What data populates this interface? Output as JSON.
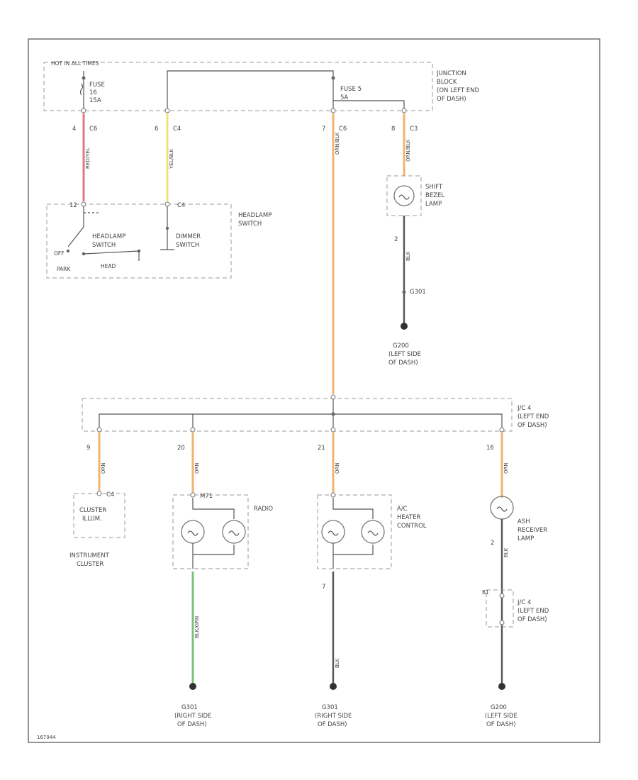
{
  "fusebox": {
    "hot_label": "HOT IN ALL TIMES",
    "fuse_label": "FUSE",
    "fuse_num": "16",
    "fuse_amp": "15A",
    "fuse5_label": "FUSE 5",
    "fuse5_amp": "5A",
    "jb_lines": [
      "JUNCTION",
      "BLOCK",
      "(ON LEFT END",
      "OF DASH)"
    ]
  },
  "jb_pins": [
    {
      "pin": "4",
      "conn": "C6"
    },
    {
      "pin": "6",
      "conn": "C4"
    },
    {
      "pin": "7",
      "conn": "C6"
    },
    {
      "pin": "8",
      "conn": "C3"
    }
  ],
  "wire_codes": [
    "RED/YEL",
    "YEL/BLK",
    "ORN/BLK",
    "ORN/BLK"
  ],
  "headlamp": {
    "title_lines": [
      "HEADLAMP",
      "SWITCH"
    ],
    "pin_top_left": "12",
    "pin_top_right": "C4",
    "switch_label_lines": [
      "HEADLAMP",
      "SWITCH"
    ],
    "dimmer_lines": [
      "DIMMER",
      "SWITCH"
    ],
    "off": "OFF",
    "park": "PARK",
    "head": "HEAD"
  },
  "shift": {
    "label_lines": [
      "SHIFT",
      "BEZEL",
      "LAMP"
    ],
    "pin": "2",
    "wire_code": "BLK",
    "splice": "G301",
    "ground_lines": [
      "G200",
      "(LEFT SIDE",
      "OF DASH)"
    ]
  },
  "jc4_top": {
    "label_lines": [
      "J/C 4",
      "(LEFT END",
      "OF DASH)"
    ]
  },
  "branches": [
    {
      "pin": "9",
      "wire_code": "ORN",
      "name_lines": [
        "INSTRUMENT",
        "CLUSTER"
      ],
      "box_lines": [
        "CLUSTER",
        "ILLUM."
      ],
      "conn": "C4"
    },
    {
      "pin": "20",
      "wire_code": "ORN",
      "name_lines": [
        "RADIO"
      ],
      "conn": "M71",
      "wire_down": "BLK/GRN",
      "ground_lines": [
        "G301",
        "(RIGHT SIDE",
        "OF DASH)"
      ]
    },
    {
      "pin": "21",
      "wire_code": "ORN",
      "name_lines": [
        "A/C",
        "HEATER",
        "CONTROL"
      ],
      "pin_bottom": "7",
      "wire_down": "BLK",
      "ground_lines": [
        "G301",
        "(RIGHT SIDE",
        "OF DASH)"
      ]
    },
    {
      "pin": "16",
      "wire_code": "ORN",
      "name_lines": [
        "ASH",
        "RECEIVER",
        "LAMP"
      ],
      "pin_bottom": "2",
      "wire_down": "BLK",
      "jc_lines": [
        "J/C 4",
        "(LEFT END",
        "OF DASH)"
      ],
      "pin_jc": "B1",
      "ground_lines": [
        "G200",
        "(LEFT SIDE",
        "OF DASH)"
      ]
    }
  ],
  "footer_code": "167944"
}
